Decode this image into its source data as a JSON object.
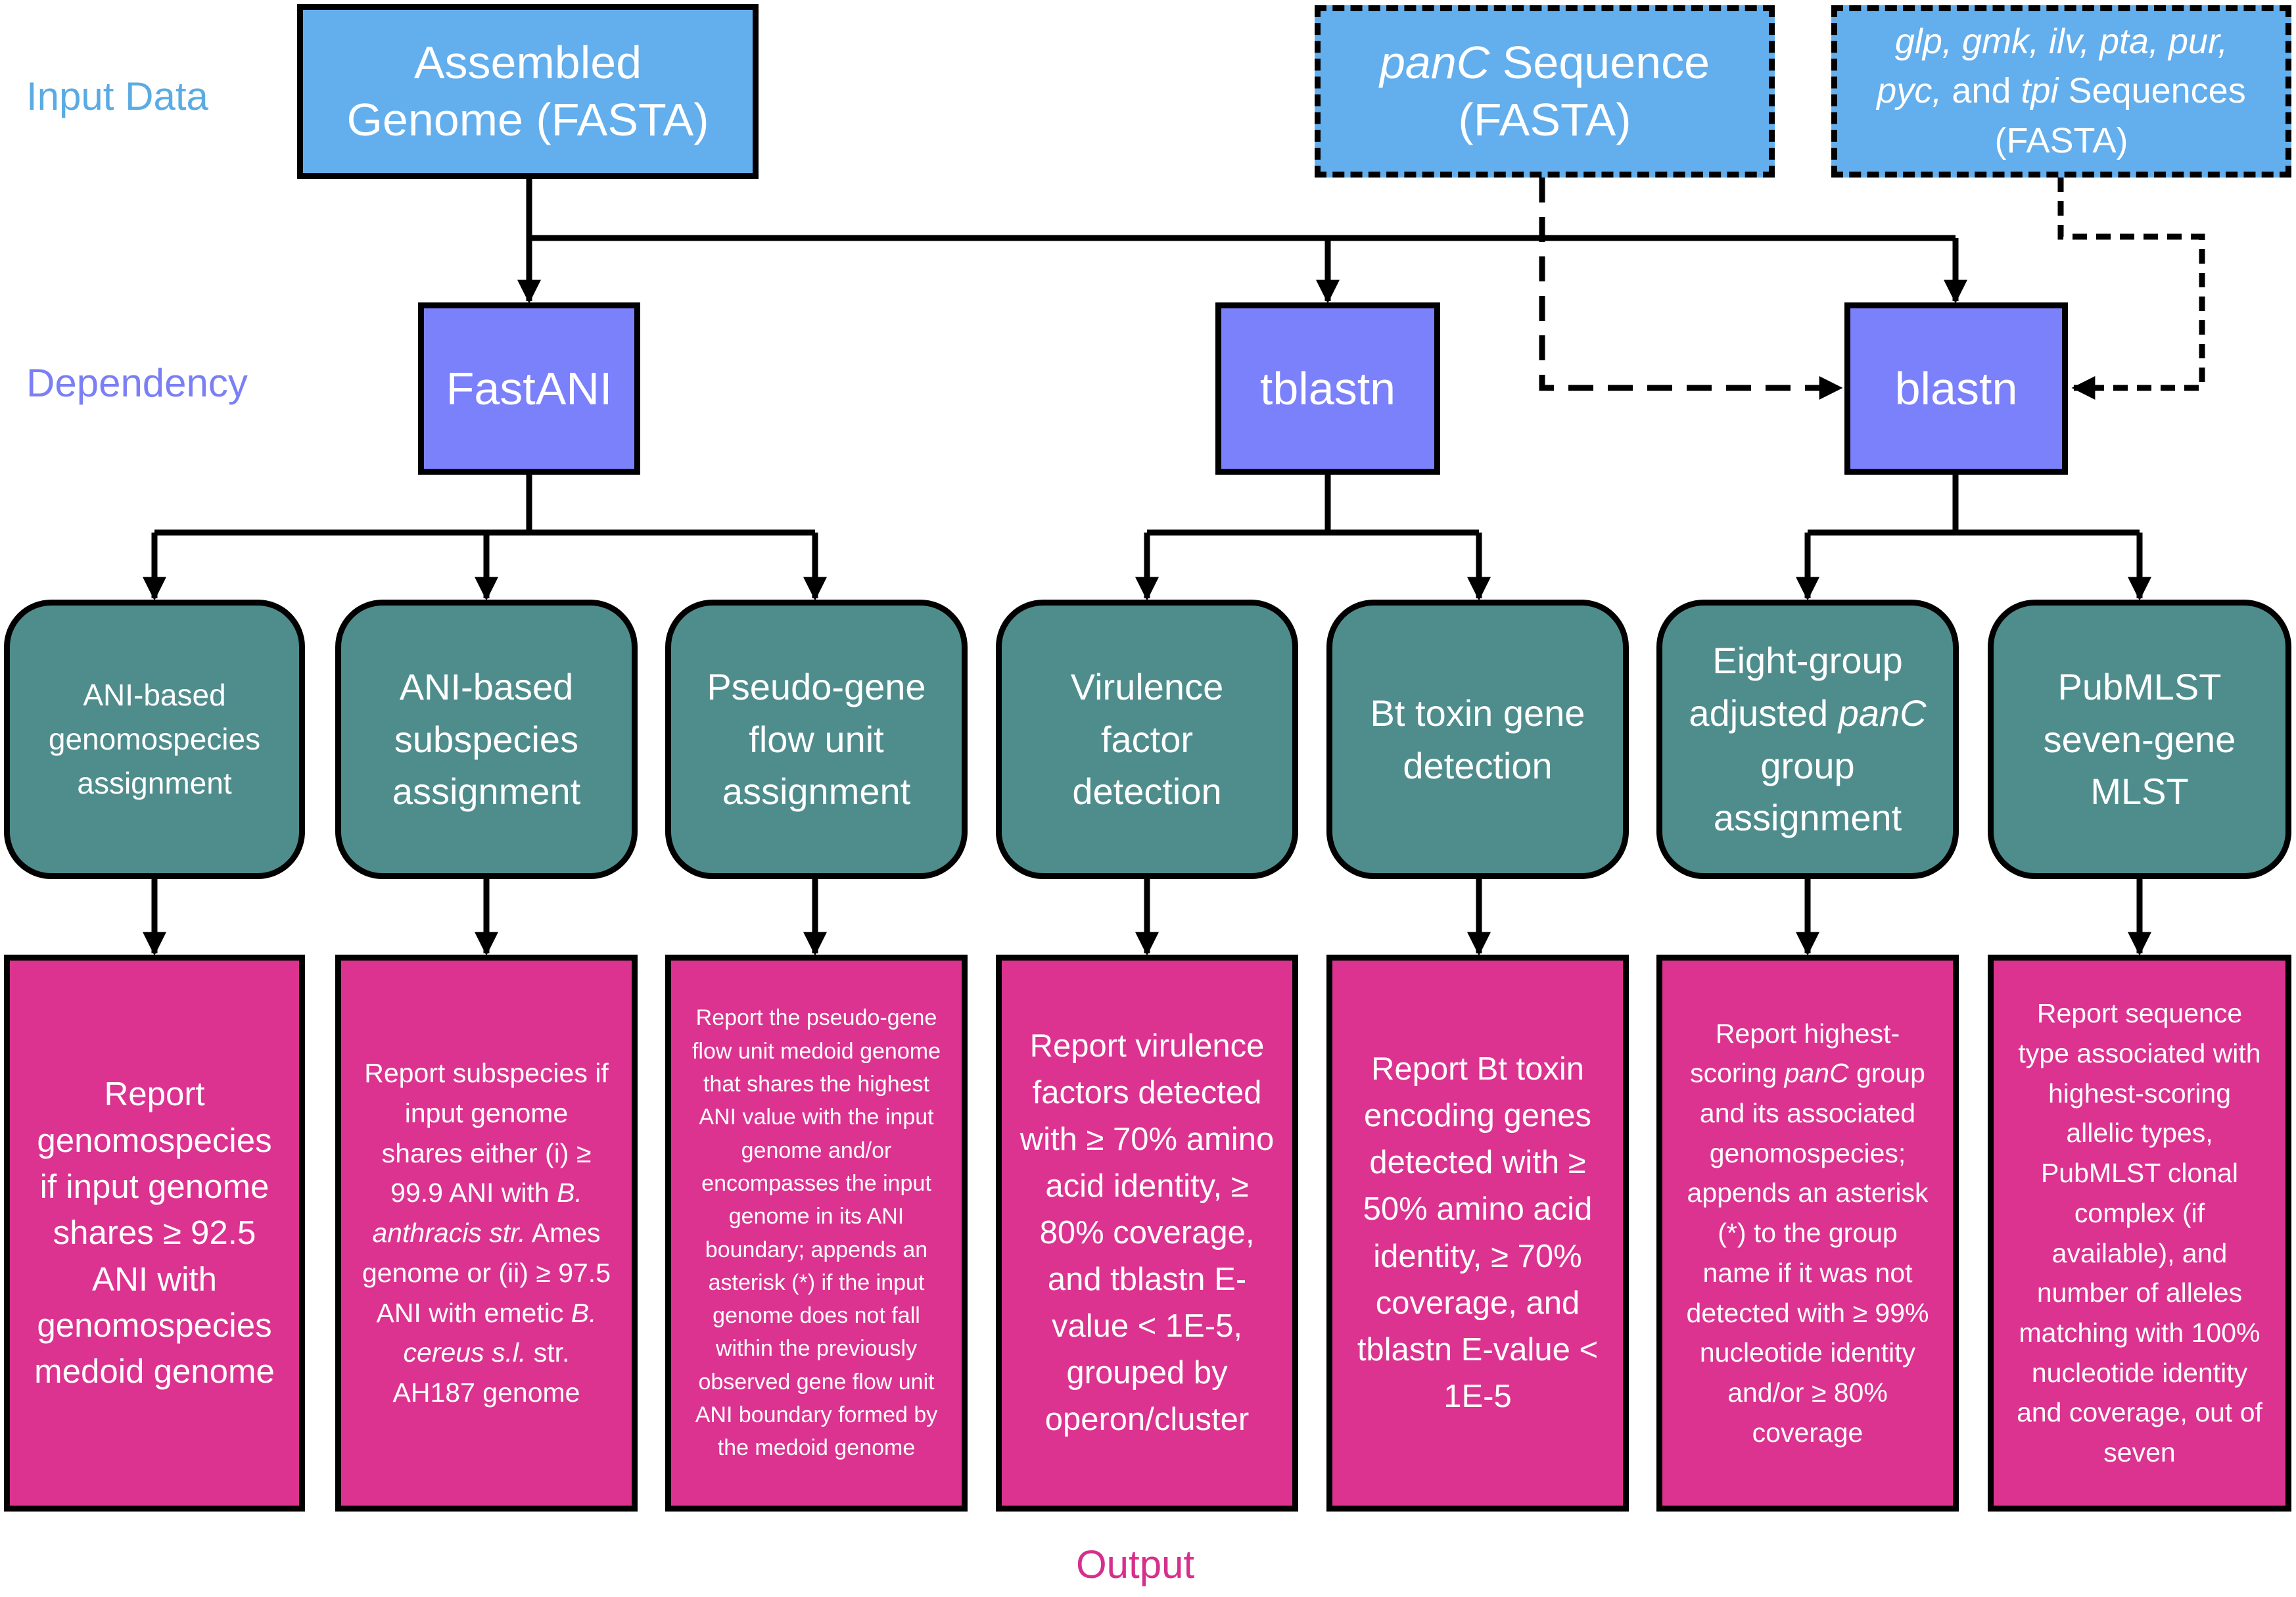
{
  "row_labels": {
    "input": "Input Data",
    "dependency": "Dependency",
    "output": "Output"
  },
  "colors": {
    "input": "#63aeed",
    "dependency": "#7b80fb",
    "task": "#4f8d8d",
    "output": "#dc3390",
    "input_label": "#5aabe3",
    "dependency_label": "#7b7ff5",
    "output_label": "#d62f8c"
  },
  "inputs": {
    "assembled_genome": "Assembled Genome (FASTA)",
    "panc": {
      "gene": "panC",
      "rest": " Sequence (FASTA)"
    },
    "mlst_genes": {
      "genes": "glp, gmk, ilv, pta, pur, pyc,",
      "and": " and ",
      "tpi": "tpi",
      "rest": " Sequences (FASTA)"
    }
  },
  "dependencies": {
    "fastani": "FastANI",
    "tblastn": "tblastn",
    "blastn": "blastn"
  },
  "tasks": {
    "genomospecies": "ANI-based genomospecies assignment",
    "subspecies": "ANI-based subspecies assignment",
    "pseudo_gene_flow": "Pseudo-gene flow unit assignment",
    "virulence": "Virulence factor detection",
    "bt_toxin": "Bt toxin gene detection",
    "panc_group": {
      "pre": "Eight-group adjusted ",
      "gene": "panC",
      "post": " group assignment"
    },
    "mlst": "PubMLST seven-gene MLST"
  },
  "outputs": {
    "genomospecies": "Report genomospecies if input genome shares ≥ 92.5 ANI with genomospecies medoid genome",
    "subspecies": {
      "t1": "Report subspecies if input genome shares either (i) ≥ 99.9 ANI with ",
      "species1": "B. anthracis str.",
      "t2": " Ames genome or (ii) ≥ 97.5 ANI with emetic ",
      "species2": "B. cereus s.l.",
      "t3": " str. AH187 genome"
    },
    "pseudo_gene_flow": "Report the pseudo-gene flow unit medoid genome that shares the highest ANI value with the input genome and/or encompasses the input genome in its ANI boundary; appends an asterisk (*) if the input genome does not fall within the previously observed gene flow unit ANI boundary formed by the medoid genome",
    "virulence": "Report virulence factors detected with ≥ 70% amino acid identity, ≥ 80% coverage, and tblastn E-value < 1E-5, grouped by operon/cluster",
    "bt_toxin": "Report Bt toxin encoding genes detected with ≥ 50% amino acid identity, ≥ 70% coverage, and tblastn E-value < 1E-5",
    "panc_group": {
      "t1": "Report highest-scoring ",
      "gene": "panC",
      "t2": " group and its associated genomospecies; appends an asterisk (*) to the group name if it was not detected with ≥  99% nucleotide identity and/or ≥ 80% coverage"
    },
    "mlst": "Report sequence type associated with highest-scoring allelic types, PubMLST clonal complex (if available), and number of alleles matching with 100% nucleotide identity and coverage, out of seven"
  }
}
